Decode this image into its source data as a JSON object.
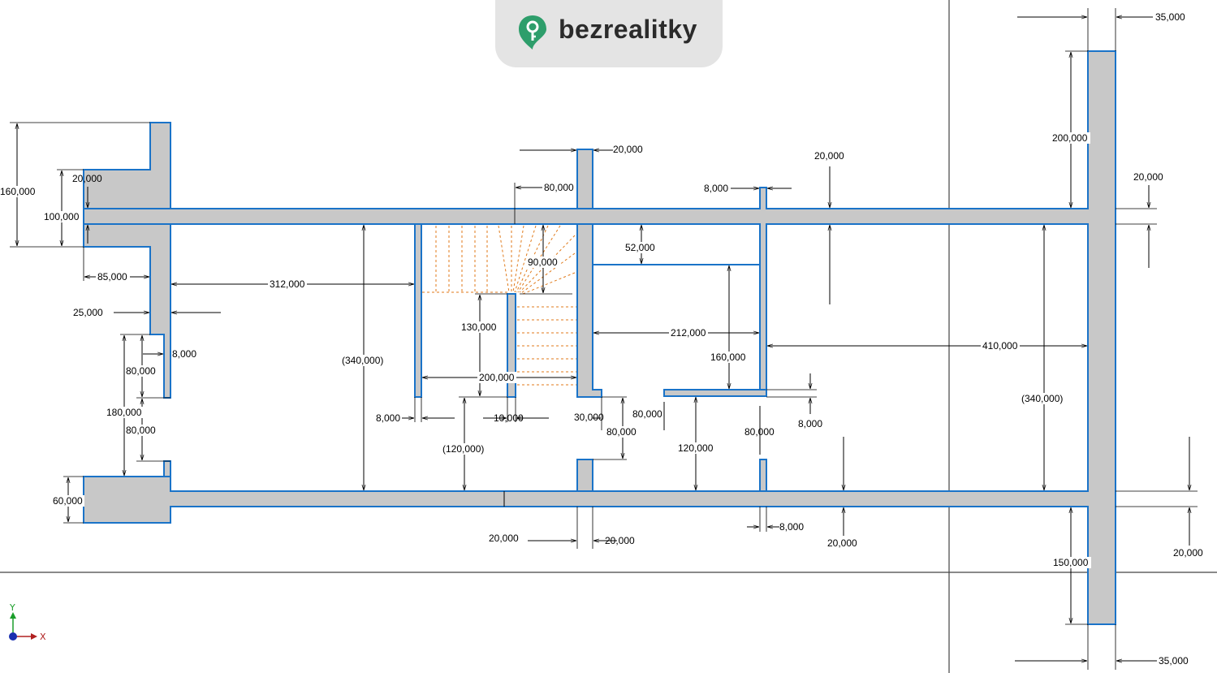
{
  "brand": {
    "name": "bezrealitky",
    "color": "#2e9e6b"
  },
  "colors": {
    "wall_fill": "#c8c8c8",
    "wall_outline": "#1a73c8",
    "stair_lines": "#e07a1a",
    "axis_y": "#1a9e2a",
    "axis_x": "#b02020",
    "origin": "#1a2fb0"
  },
  "axes": {
    "y_label": "Y",
    "x_label": "X"
  },
  "dimensions": {
    "d_160": "160,000",
    "d_100": "100,000",
    "d_20_left": "20,000",
    "d_85": "85,000",
    "d_25": "25,000",
    "d_8_left": "8,000",
    "d_80_left_a": "80,000",
    "d_180": "180,000",
    "d_80_left_b": "80,000",
    "d_60": "60,000",
    "d_312": "312,000",
    "d_340_left": "(340,000)",
    "d_8_stair": "8,000",
    "d_200": "200,000",
    "d_10": "10,000",
    "d_130": "130,000",
    "d_120_paren": "(120,000)",
    "d_20_bottom_left": "20,000",
    "d_80_top_stair": "80,000",
    "d_90": "90,000",
    "d_20_top_mid": "20,000",
    "d_30": "30,000",
    "d_80_mid_a": "80,000",
    "d_80_mid_b": "80,000",
    "d_20_bottom_mid": "20,000",
    "d_52": "52,000",
    "d_212": "212,000",
    "d_160_mid": "160,000",
    "d_120_mid": "120,000",
    "d_8_top_right": "8,000",
    "d_20_top_right": "20,000",
    "d_80_right": "80,000",
    "d_8_right": "8,000",
    "d_8_bottom_right": "8,000",
    "d_20_bottom_right": "20,000",
    "d_410": "410,000",
    "d_340_right": "(340,000)",
    "d_200_right": "200,000",
    "d_20_far_right_top": "20,000",
    "d_35_top": "35,000",
    "d_150": "150,000",
    "d_20_far_right_bottom": "20,000",
    "d_35_bottom": "35,000"
  }
}
